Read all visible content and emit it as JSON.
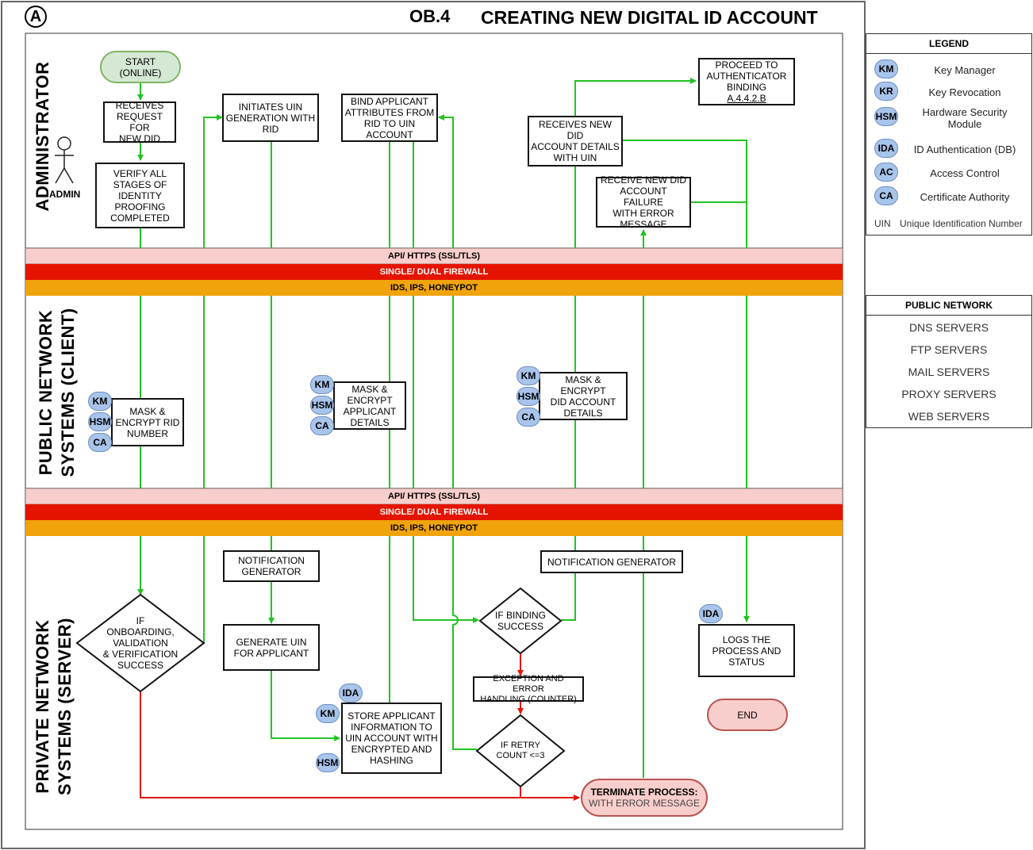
{
  "header": {
    "badge_letter": "A",
    "code": "OB.4",
    "title": "CREATING NEW DIGITAL ID ACCOUNT"
  },
  "lanes": {
    "admin": "ADMINISTRATOR",
    "client": "PUBLIC NETWORK\nSYSTEMS (CLIENT)",
    "server": "PRIVATE NETWORK\nSYSTEMS (SERVER)"
  },
  "actor": {
    "label": "ADMIN"
  },
  "bands": {
    "api": "API/ HTTPS (SSL/TLS)",
    "firewall": "SINGLE/ DUAL FIREWALL",
    "ids": "IDS, IPS, HONEYPOT"
  },
  "nodes": {
    "start": "START\n(ONLINE)",
    "receives_request": "RECEIVES\nREQUEST FOR\nNEW DID",
    "verify": "VERIFY ALL\nSTAGES OF\nIDENTITY\nPROOFING\nCOMPLETED",
    "initiates_uin": "INITIATES UIN\nGENERATION WITH\nRID",
    "bind_attributes": "BIND APPLICANT\nATTRIBUTES FROM\nRID TO UIN\nACCOUNT",
    "receives_details": "RECEIVES NEW DID\nACCOUNT DETAILS\nWITH UIN",
    "proceed": "PROCEED TO\nAUTHENTICATOR\nBINDING",
    "proceed_ref": "A.4.4.2.B",
    "receive_failure": "RECEIVE NEW DID\nACCOUNT FAILURE\nWITH ERROR\nMESSAGE",
    "mask_rid": "MASK &\nENCRYPT RID\nNUMBER",
    "mask_applicant": "MASK &\nENCRYPT\nAPPLICANT\nDETAILS",
    "mask_did": "MASK & ENCRYPT\nDID ACCOUNT\nDETAILS",
    "if_onboarding": "IF\nONBOARDING,\nVALIDATION\n& VERIFICATION\nSUCCESS",
    "notification_gen_1": "NOTIFICATION\nGENERATOR",
    "generate_uin": "GENERATE UIN\nFOR APPLICANT",
    "store_applicant": "STORE APPLICANT\nINFORMATION TO\nUIN ACCOUNT WITH\nENCRYPTED  AND\nHASHING",
    "if_binding": "IF BINDING\nSUCCESS",
    "exception": "EXCEPTION AND ERROR\nHANDLING (COUNTER)",
    "if_retry": "IF RETRY\nCOUNT <=3",
    "notification_gen_2": "NOTIFICATION GENERATOR",
    "logs": "LOGS THE\nPROCESS AND\nSTATUS",
    "end": "END",
    "terminate_line1": "TERMINATE PROCESS:",
    "terminate_line2": "WITH ERROR MESSAGE"
  },
  "badges": {
    "km": "KM",
    "hsm": "HSM",
    "ca": "CA",
    "ida": "IDA",
    "kr": "KR",
    "ac": "AC"
  },
  "legend": {
    "title": "LEGEND",
    "items": [
      {
        "abbr": "KM",
        "label": "Key Manager"
      },
      {
        "abbr": "KR",
        "label": "Key Revocation"
      },
      {
        "abbr": "HSM",
        "label": "Hardware Security\nModule"
      },
      {
        "abbr": "IDA",
        "label": "ID Authentication (DB)"
      },
      {
        "abbr": "AC",
        "label": "Access Control"
      },
      {
        "abbr": "CA",
        "label": "Certificate Authority"
      }
    ],
    "uin_abbr": "UIN",
    "uin_label": "Unique Identification Number"
  },
  "public_network": {
    "title": "PUBLIC NETWORK",
    "items": [
      "DNS SERVERS",
      "FTP SERVERS",
      "MAIL SERVERS",
      "PROXY SERVERS",
      "WEB SERVERS"
    ]
  },
  "colors": {
    "flow_green": "#22c322",
    "flow_red": "#e51400",
    "badge_fill": "#a9c4eb",
    "start_fill": "#d5e8d4",
    "end_fill": "#f8cecc"
  }
}
